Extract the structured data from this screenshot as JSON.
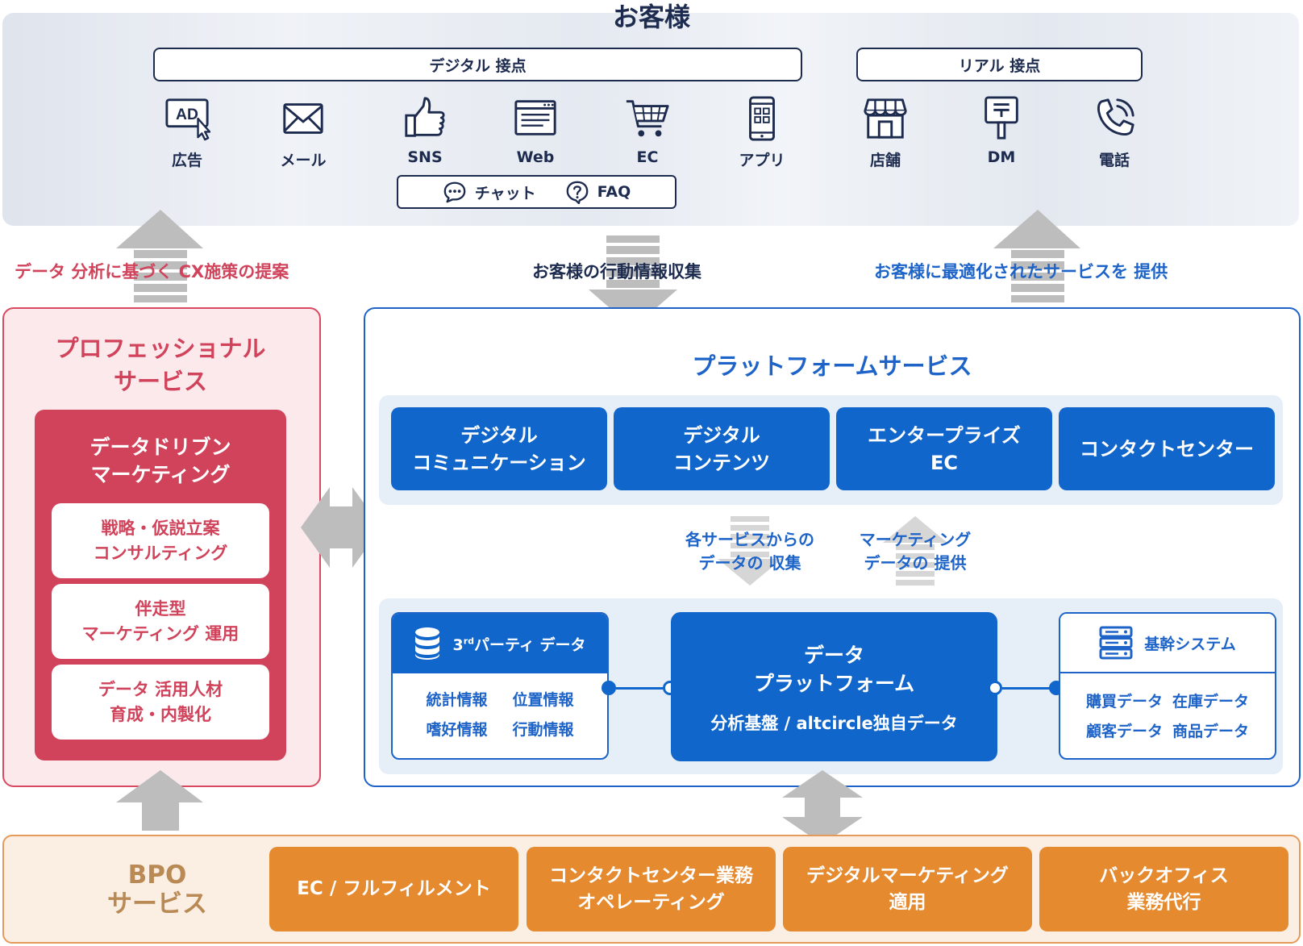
{
  "customer": {
    "title": "お客様",
    "digital_header": "デジタル 接点",
    "real_header": "リアル 接点",
    "digital_channels": [
      {
        "label": "広告",
        "icon": "ad-click-icon"
      },
      {
        "label": "メール",
        "icon": "mail-icon"
      },
      {
        "label": "SNS",
        "icon": "thumbs-up-icon"
      },
      {
        "label": "Web",
        "icon": "browser-icon"
      },
      {
        "label": "EC",
        "icon": "cart-icon"
      },
      {
        "label": "アプリ",
        "icon": "smartphone-icon"
      }
    ],
    "real_channels": [
      {
        "label": "店舗",
        "icon": "store-icon"
      },
      {
        "label": "DM",
        "icon": "postbox-icon"
      },
      {
        "label": "電話",
        "icon": "phone-icon"
      }
    ],
    "chat_label": "チャット",
    "faq_label": "FAQ"
  },
  "flows": {
    "cx_proposal": "データ 分析に基づく CX施策の提案",
    "behavior_collection": "お客様の行動情報収集",
    "optimized_service": "お客様に最適化されたサービスを  提供"
  },
  "professional": {
    "title_line1": "プロフェッショナル",
    "title_line2": "サービス",
    "ddm_line1": "データドリブン",
    "ddm_line2": "マーケティング",
    "items": [
      {
        "line1": "戦略・仮説立案",
        "line2": "コンサルティング"
      },
      {
        "line1": "伴走型",
        "line2": "マーケティング  運用"
      },
      {
        "line1": "データ 活用人材",
        "line2": "育成・内製化"
      }
    ]
  },
  "platform": {
    "title": "プラットフォームサービス",
    "services": [
      {
        "line1": "デジタル",
        "line2": "コミュニケーション"
      },
      {
        "line1": "デジタル",
        "line2": "コンテンツ"
      },
      {
        "line1": "エンタープライズ",
        "line2": "EC"
      },
      {
        "line1": "コンタクトセンター",
        "line2": ""
      }
    ],
    "collect_line1": "各サービスからの",
    "collect_line2": "データの 収集",
    "provide_line1": "マーケティング",
    "provide_line2": "データの 提供",
    "third_party": {
      "title_prefix": "3",
      "title_sup": "rd",
      "title_rest": "パーティ データ",
      "items": [
        "統計情報",
        "位置情報",
        "嗜好情報",
        "行動情報"
      ]
    },
    "data_platform": {
      "line1": "データ",
      "line2": "プラットフォーム",
      "sub": "分析基盤 / altcircle独自データ"
    },
    "core_system": {
      "title": "基幹システム",
      "items": [
        "購買データ",
        "在庫データ",
        "顧客データ",
        "商品データ"
      ]
    }
  },
  "bpo": {
    "title_line1": "BPO",
    "title_line2": "サービス",
    "items": [
      {
        "line1": "EC / フルフィルメント",
        "line2": ""
      },
      {
        "line1": "コンタクトセンター業務",
        "line2": "オペレーティング"
      },
      {
        "line1": "デジタルマーケティング",
        "line2": "適用"
      },
      {
        "line1": "バックオフィス",
        "line2": "業務代行"
      }
    ]
  },
  "colors": {
    "navy": "#1d2b4f",
    "platform_blue": "#1166cc",
    "pro_red": "#d0435b",
    "bpo_orange": "#e58a2f",
    "arrow_gray": "#bdbdbd"
  }
}
